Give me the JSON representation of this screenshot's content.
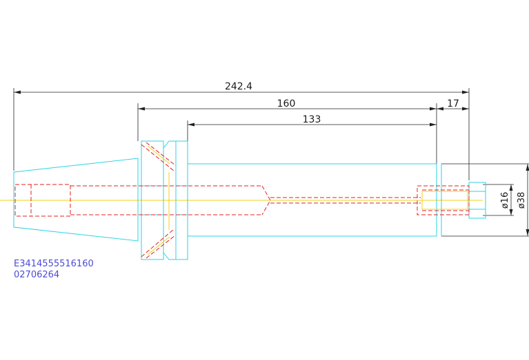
{
  "dimensions": {
    "overall_length": "242.4",
    "gauge_length": "160",
    "body_length": "133",
    "tip_length": "17",
    "dia_small": "ø16",
    "dia_large": "ø38"
  },
  "part": {
    "code": "E3414555516160",
    "number": "02706264"
  },
  "colors": {
    "outline": "#29d3e6",
    "hidden": "#e02020",
    "centerline": "#f2d21a",
    "dimension": "#222222",
    "label": "#4a4ad8"
  }
}
